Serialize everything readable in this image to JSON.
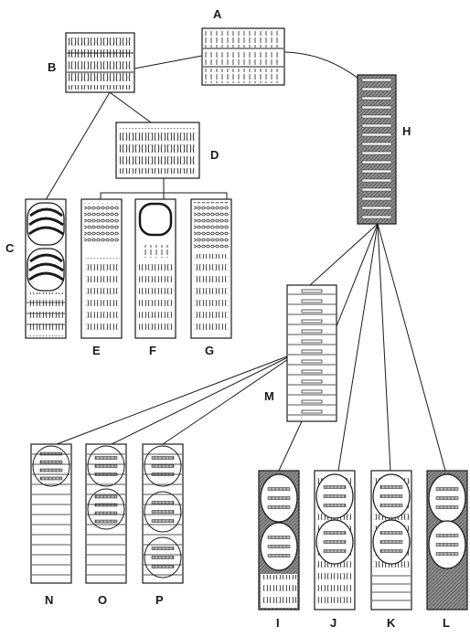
{
  "labels": {
    "A": "A",
    "B": "B",
    "C": "C",
    "D": "D",
    "E": "E",
    "F": "F",
    "G": "G",
    "H": "H",
    "I": "I",
    "J": "J",
    "K": "K",
    "L": "L",
    "M": "M",
    "N": "N",
    "O": "O",
    "P": "P"
  },
  "colors": {
    "ink": "#1a1a1a",
    "paper": "#ffffff",
    "shade": "#8c8c8c"
  }
}
